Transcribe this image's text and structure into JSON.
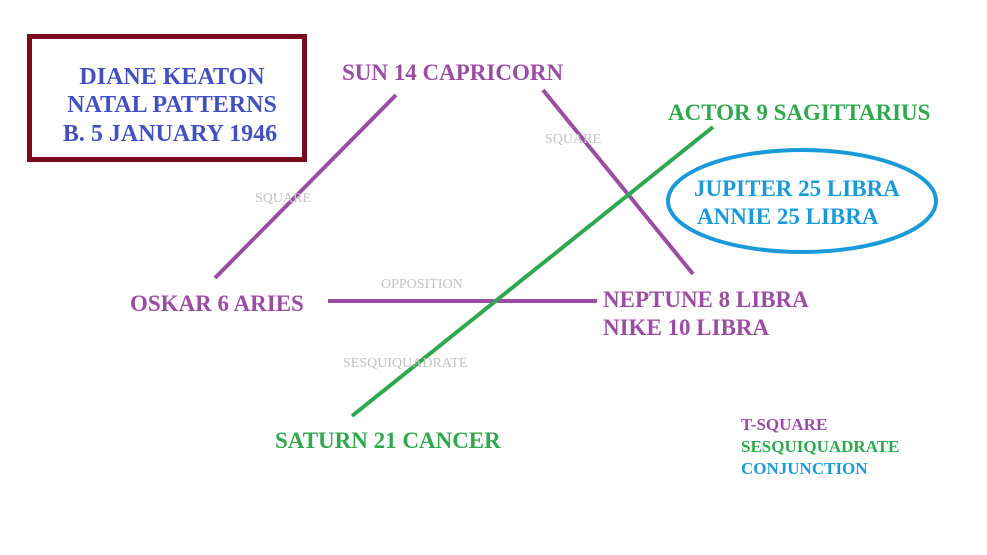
{
  "title": {
    "lines": [
      "DIANE KEATON",
      "NATAL PATTERNS",
      "B. 5 JANUARY 1946"
    ]
  },
  "points": {
    "sun": "SUN 14 CAPRICORN",
    "actor": "ACTOR 9 SAGITTARIUS",
    "jupiter": "JUPITER 25 LIBRA",
    "annie": "ANNIE 25 LIBRA",
    "oskar": "OSKAR 6 ARIES",
    "neptune": "NEPTUNE 8 LIBRA",
    "nike": "NIKE 10 LIBRA",
    "saturn": "SATURN 21 CANCER"
  },
  "aspects": {
    "square_left": "SQUARE",
    "square_right": "SQUARE",
    "opposition": "OPPOSITION",
    "sesquiquadrate": "SESQUIQUADRATE"
  },
  "legend": {
    "items": [
      {
        "label": "T-SQUARE",
        "color": "#9b4da3"
      },
      {
        "label": "SESQUIQUADRATE",
        "color": "#2fa84f"
      },
      {
        "label": "CONJUNCTION",
        "color": "#1a9ad8"
      }
    ]
  },
  "colors": {
    "tsquare": "#9b4da3",
    "sesquiquadrate": "#2fa84f",
    "conjunction": "#1a9ad8",
    "title_text": "#4350c0",
    "title_border": "#7b0a1e",
    "aspect_label": "#c3c3c3"
  }
}
